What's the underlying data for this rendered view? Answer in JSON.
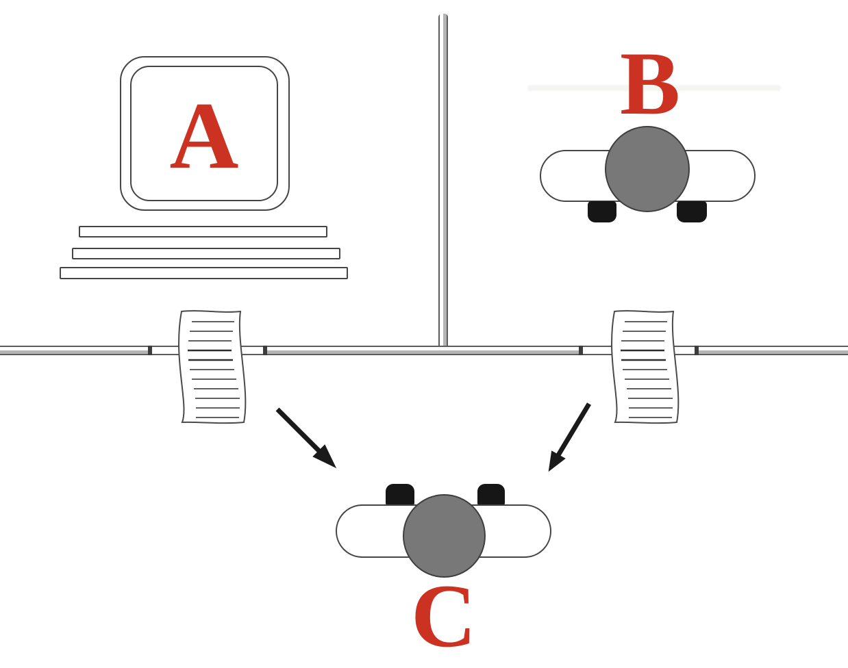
{
  "diagram": {
    "labels": {
      "a": "A",
      "b": "B",
      "c": "C"
    }
  },
  "icons": {
    "computer": "computer-terminal-icon",
    "person_b": "person-top-view-icon",
    "person_c": "person-top-view-icon",
    "paper_left": "ruled-paper-note-icon",
    "paper_right": "ruled-paper-note-icon",
    "arrow_left": "arrow-down-right-icon",
    "arrow_right": "arrow-down-left-icon"
  },
  "colors": {
    "label_red": "#cc3222",
    "head_gray": "#787878",
    "outline_dark": "#454545",
    "limb_black": "#161616",
    "wall_dark": "#5c5c5c",
    "wall_mid": "#b5b5b5",
    "wall_light": "#ffffff"
  }
}
